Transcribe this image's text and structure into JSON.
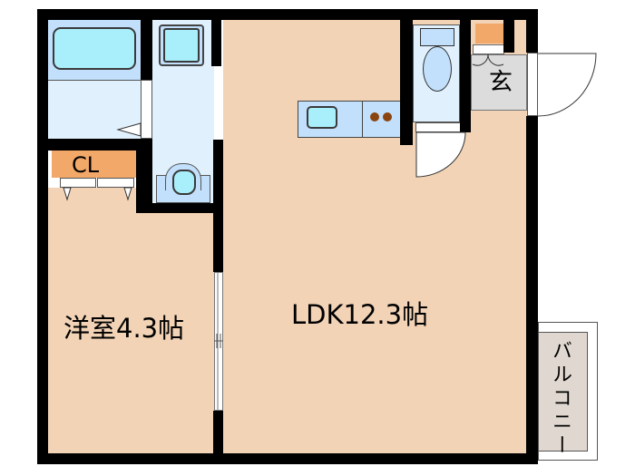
{
  "floorplan": {
    "rooms": {
      "western_room": {
        "label": "洋室4.3帖",
        "type": "bedroom",
        "size_jo": 4.3
      },
      "ldk": {
        "label": "LDK12.3帖",
        "type": "living-dining-kitchen",
        "size_jo": 12.3
      },
      "closet": {
        "label": "CL"
      },
      "entrance": {
        "label": "玄"
      },
      "balcony": {
        "label": "バルコニー"
      },
      "bathroom": {
        "label": ""
      },
      "washroom": {
        "label": ""
      },
      "toilet": {
        "label": ""
      }
    },
    "colors": {
      "wall": "#000000",
      "floor_room": "#f2d3b6",
      "wet_area": "#e0f1fd",
      "fixture": "#a9eefb",
      "storage": "#f1a868",
      "entrance": "#dcdcdc",
      "balcony": "#e0d8d0"
    }
  }
}
